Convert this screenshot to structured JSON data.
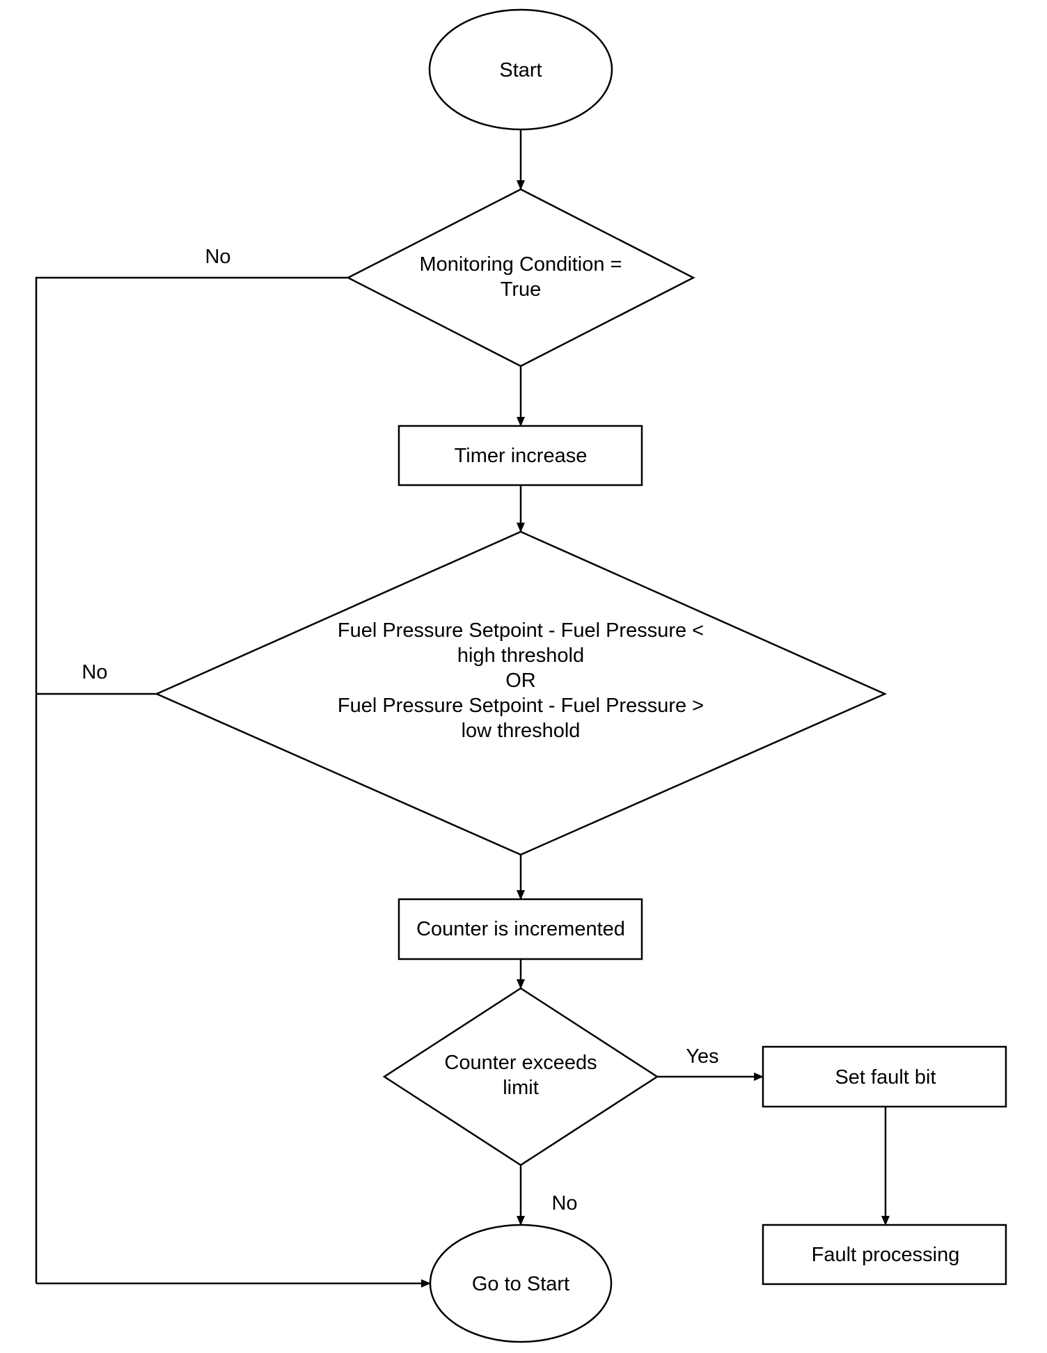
{
  "flowchart": {
    "nodes": {
      "start": {
        "lines": [
          "Start"
        ]
      },
      "monitoring": {
        "lines": [
          "Monitoring Condition =",
          "True"
        ]
      },
      "timer": {
        "lines": [
          "Timer increase"
        ]
      },
      "pressure": {
        "lines": [
          "Fuel Pressure Setpoint  - Fuel Pressure <",
          "high threshold",
          "OR",
          "Fuel Pressure Setpoint  - Fuel Pressure >",
          "low threshold"
        ]
      },
      "counter": {
        "lines": [
          "Counter is incremented"
        ]
      },
      "exceeds": {
        "lines": [
          "Counter exceeds",
          "limit"
        ]
      },
      "set_fault": {
        "lines": [
          "Set fault bit"
        ]
      },
      "fault_processing": {
        "lines": [
          "Fault processing"
        ]
      },
      "go_start": {
        "lines": [
          "Go to Start"
        ]
      }
    },
    "edge_labels": {
      "monitoring_no": "No",
      "pressure_no": "No",
      "exceeds_yes": "Yes",
      "exceeds_no": "No"
    }
  }
}
